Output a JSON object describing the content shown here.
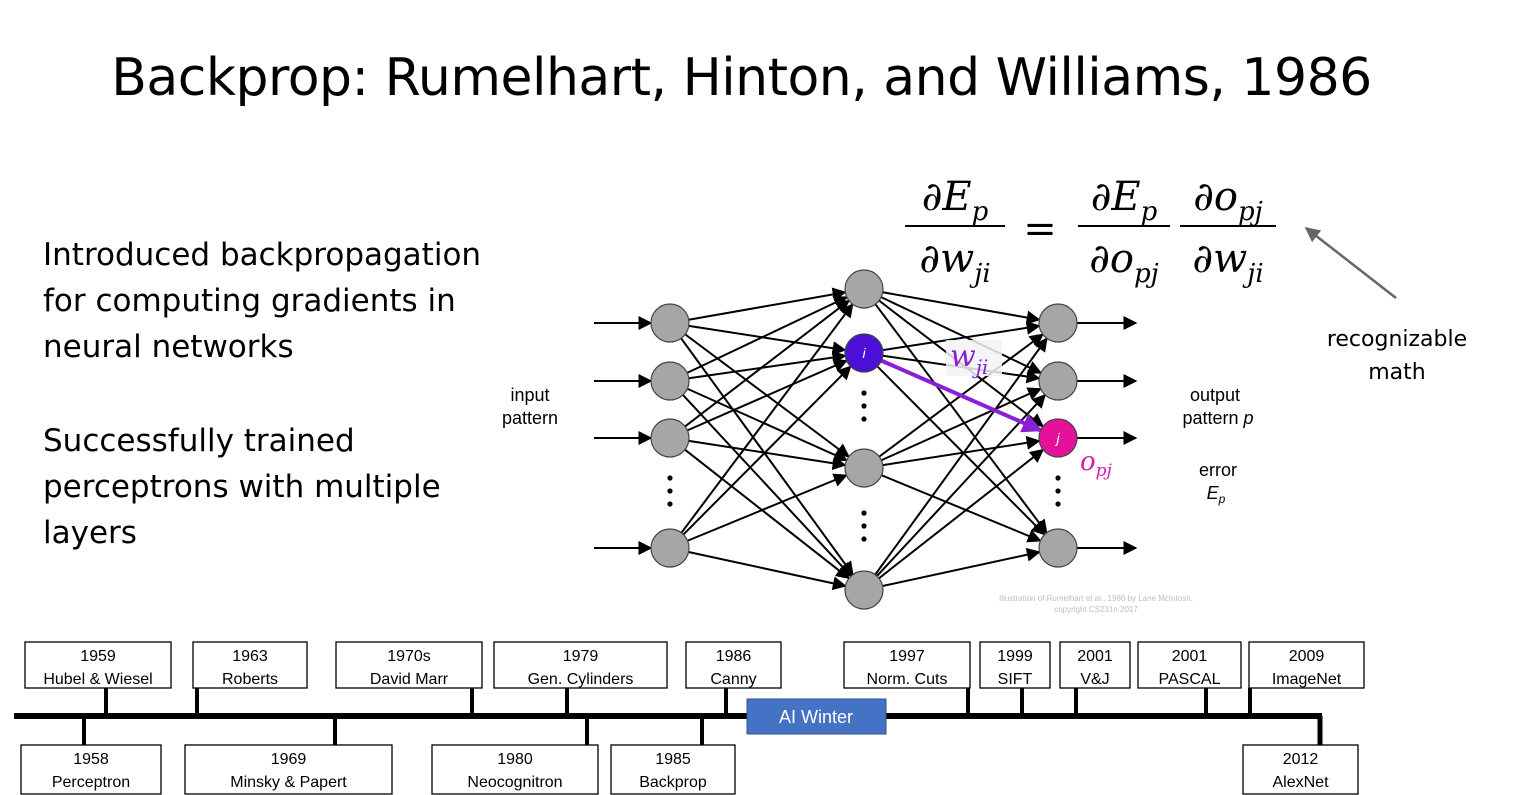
{
  "slide": {
    "title": "Backprop: Rumelhart, Hinton, and Williams, 1986",
    "bullet1": "Introduced backpropagation for computing gradients in neural networks",
    "bullet2": "Successfully trained perceptrons with multiple layers"
  },
  "equation": {
    "lhs_num": "∂E",
    "lhs_num_sub": "p",
    "lhs_den": "∂w",
    "lhs_den_sub": "ji",
    "equals": "=",
    "r1_num": "∂E",
    "r1_num_sub": "p",
    "r1_den": "∂o",
    "r1_den_sub": "pj",
    "r2_num": "∂o",
    "r2_num_sub": "pj",
    "r2_den": "∂w",
    "r2_den_sub": "ji"
  },
  "annotation": {
    "line1": "recognizable",
    "line2": "math"
  },
  "network": {
    "input_label_1": "input",
    "input_label_2": "pattern",
    "output_label_1": "output",
    "output_label_2": "pattern",
    "output_label_p": "p",
    "error_label": "error",
    "error_symbol": "E",
    "error_sub": "p",
    "node_i": "i",
    "node_j": "j",
    "weight_label": "w",
    "weight_sub": "ji",
    "output_symbol": "o",
    "output_sub": "pj",
    "credit_1": "Illustration of Rumelhart et al., 1986 by Lane McIntosh,",
    "credit_2": "copyright CS231n 2017",
    "colors": {
      "node": "#a6a6a6",
      "node_i": "#4b0fd6",
      "node_j": "#e4119a",
      "weight_arrow": "#8b1fd6",
      "output_text": "#d61ab0"
    }
  },
  "timeline": {
    "ai_winter": "AI Winter",
    "ai_winter_color": "#4472c4",
    "above": [
      {
        "year": "1959",
        "name": "Hubel & Wiesel"
      },
      {
        "year": "1963",
        "name": "Roberts"
      },
      {
        "year": "1970s",
        "name": "David Marr"
      },
      {
        "year": "1979",
        "name": "Gen. Cylinders"
      },
      {
        "year": "1986",
        "name": "Canny"
      },
      {
        "year": "1997",
        "name": "Norm. Cuts"
      },
      {
        "year": "1999",
        "name": "SIFT"
      },
      {
        "year": "2001",
        "name": "V&J"
      },
      {
        "year": "2001",
        "name": "PASCAL"
      },
      {
        "year": "2009",
        "name": "ImageNet"
      }
    ],
    "below": [
      {
        "year": "1958",
        "name": "Perceptron"
      },
      {
        "year": "1969",
        "name": "Minsky & Papert"
      },
      {
        "year": "1980",
        "name": "Neocognitron"
      },
      {
        "year": "1985",
        "name": "Backprop"
      },
      {
        "year": "2012",
        "name": "AlexNet"
      }
    ]
  }
}
